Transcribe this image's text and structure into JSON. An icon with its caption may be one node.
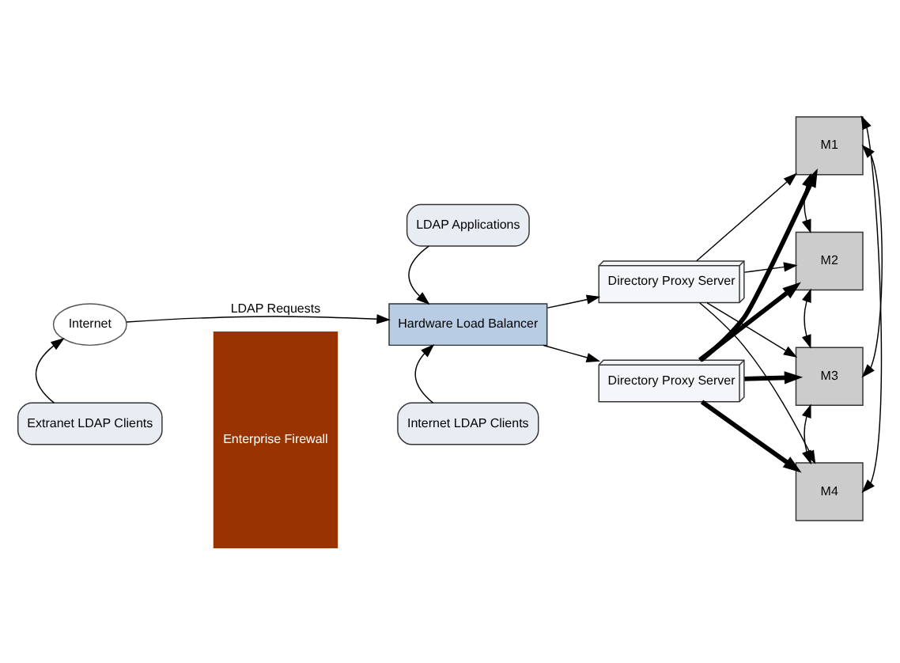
{
  "diagram": {
    "nodes": [
      {
        "text": [
          "Extranet LDAP Clients"
        ]
      },
      {
        "text": [
          "Internet"
        ]
      },
      {
        "text": [
          "Enterprise Firewall"
        ]
      },
      {
        "text": [
          "LDAP Applications"
        ]
      },
      {
        "text": [
          "Hardware Load Balancer"
        ]
      },
      {
        "text": [
          "Internet LDAP Clients"
        ]
      },
      {
        "text": [
          "Directory Proxy Server"
        ]
      },
      {
        "text": [
          "Directory Proxy Server"
        ]
      },
      {
        "text": [
          "M1"
        ]
      },
      {
        "text": [
          "M2"
        ]
      },
      {
        "text": [
          "M3"
        ]
      },
      {
        "text": [
          "M4"
        ]
      }
    ],
    "edges": [
      {
        "from": 0,
        "to": 1,
        "arrow": "to"
      },
      {
        "from": 1,
        "to": 4,
        "arrow": "to",
        "label": "LDAP Requests"
      },
      {
        "from": 3,
        "to": 4,
        "arrow": "to"
      },
      {
        "from": 5,
        "to": 4,
        "arrow": "to"
      },
      {
        "from": 4,
        "to": 6,
        "arrow": "to"
      },
      {
        "from": 4,
        "to": 7,
        "arrow": "to"
      },
      {
        "from": 6,
        "to": 8,
        "arrow": "to"
      },
      {
        "from": 6,
        "to": 9,
        "arrow": "to"
      },
      {
        "from": 6,
        "to": 10,
        "arrow": "to"
      },
      {
        "from": 6,
        "to": 11,
        "arrow": "to"
      },
      {
        "from": 7,
        "to": 8,
        "arrow": "to",
        "style": "thick"
      },
      {
        "from": 7,
        "to": 9,
        "arrow": "to",
        "style": "thick"
      },
      {
        "from": 7,
        "to": 10,
        "arrow": "to",
        "style": "thick"
      },
      {
        "from": 7,
        "to": 11,
        "arrow": "to",
        "style": "thick"
      },
      {
        "from": 8,
        "to": 9,
        "arrow": "both"
      },
      {
        "from": 9,
        "to": 10,
        "arrow": "both"
      },
      {
        "from": 10,
        "to": 11,
        "arrow": "both"
      },
      {
        "from": 10,
        "to": 8,
        "arrow": "both"
      },
      {
        "from": 11,
        "to": 8,
        "arrow": "both"
      }
    ]
  }
}
